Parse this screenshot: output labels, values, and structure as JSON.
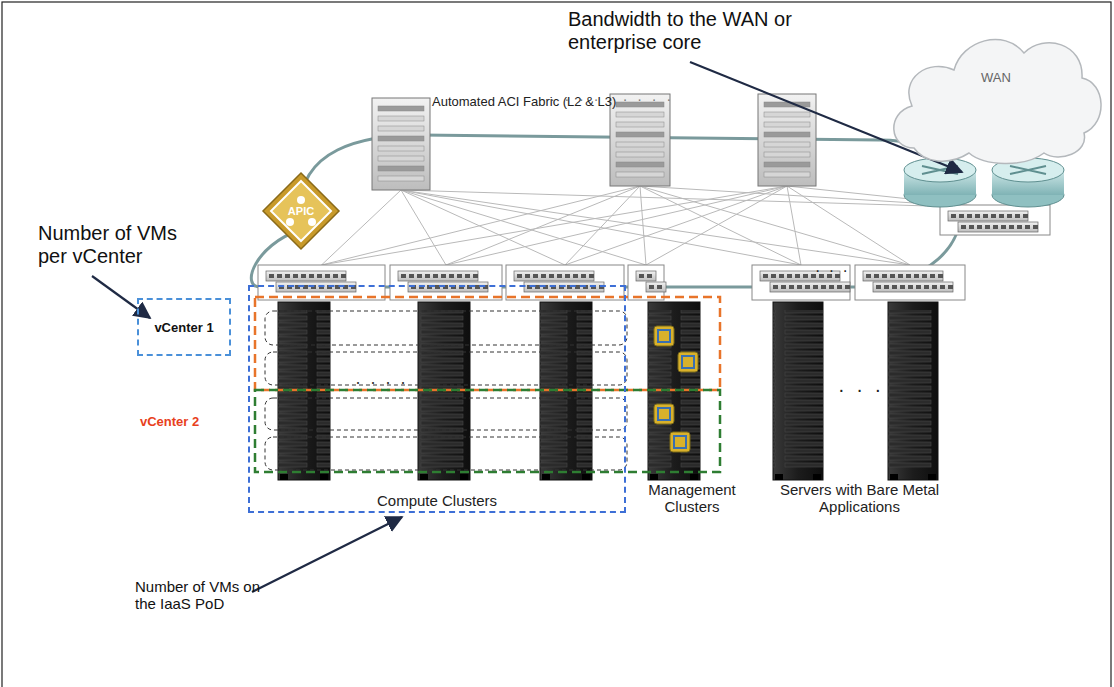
{
  "diagram": {
    "nodes": [
      {
        "text": [
          "APIC"
        ]
      },
      {
        "text": [
          "WAN"
        ]
      },
      {
        "text": [
          "vCenter 1"
        ]
      },
      {
        "text": [
          "Compute Clusters"
        ]
      }
    ],
    "labels": [
      "Bandwidth to the WAN or enterprise core",
      "Automated ACI Fabric (L2 & L3)",
      "Number of VMs per vCenter",
      "vCenter 2",
      "Management Clusters",
      "Servers with Bare Metal Applications",
      "Number of VMs on the IaaS PoD"
    ]
  }
}
